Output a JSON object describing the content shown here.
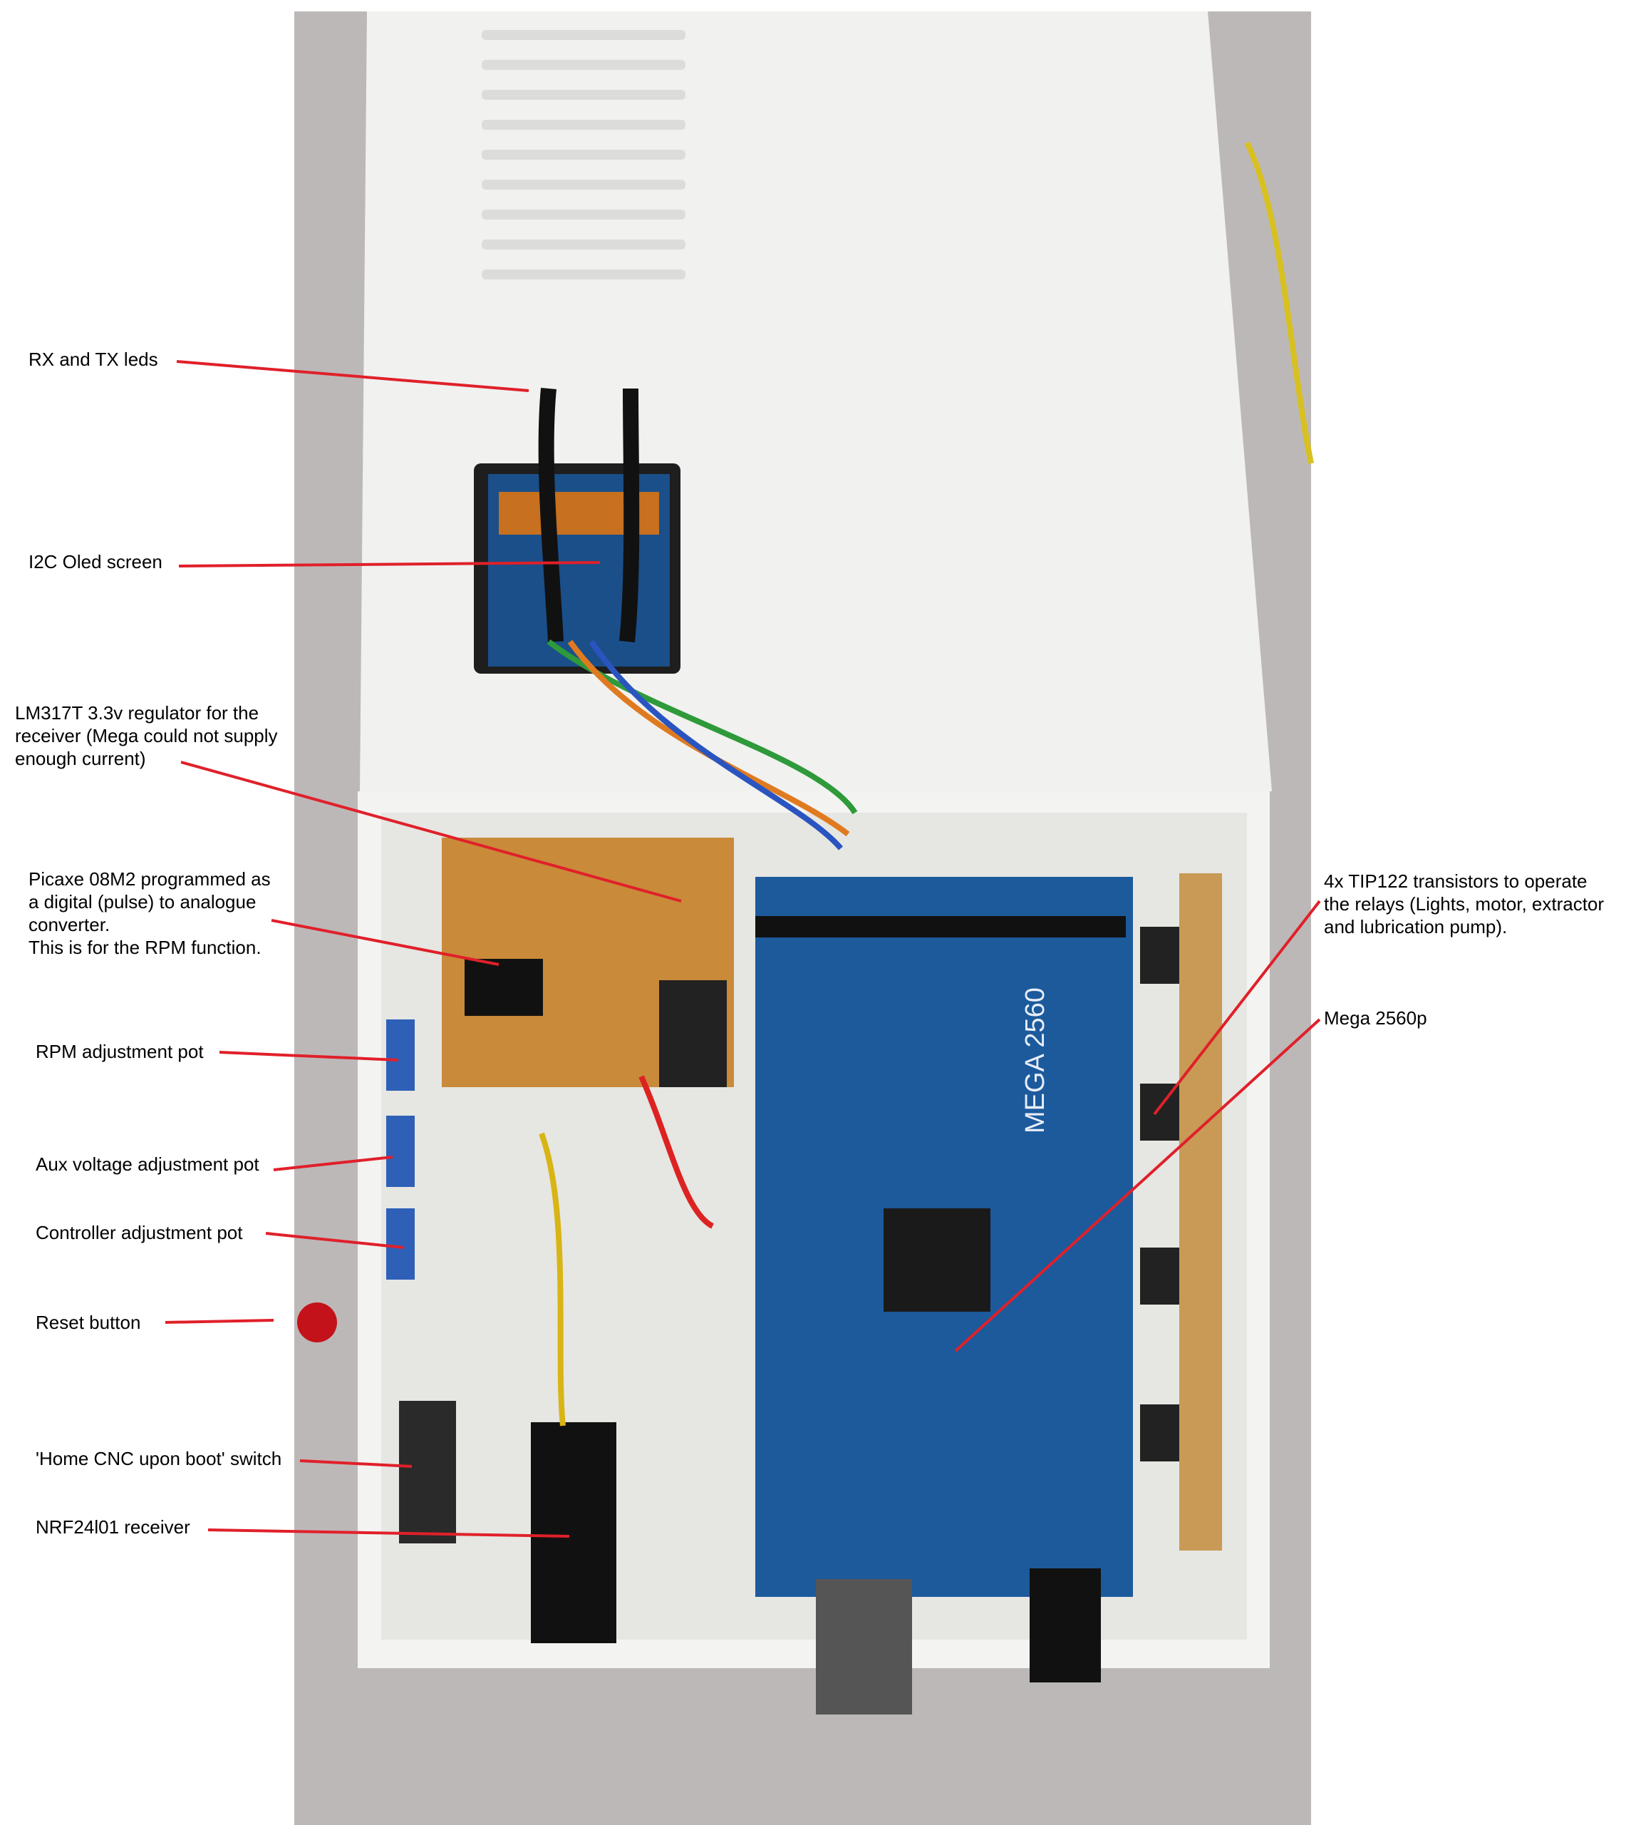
{
  "title": "Annotated CNC controller enclosure",
  "labels": {
    "rx_tx": "RX and TX leds",
    "oled": "I2C Oled screen",
    "lm317": "LM317T 3.3v regulator for the\nreceiver (Mega could not supply\nenough current)",
    "picaxe": "Picaxe 08M2 programmed as\na digital (pulse) to analogue\nconverter.\nThis is for the RPM function.",
    "rpm_pot": "RPM adjustment pot",
    "aux_pot": "Aux voltage adjustment pot",
    "controller_pot": "Controller adjustment pot",
    "reset": "Reset button",
    "home_switch": "'Home CNC upon boot' switch",
    "nrf": "NRF24l01 receiver",
    "tip122": "4x TIP122 transistors to operate\nthe relays (Lights, motor, extractor\nand lubrication pump).",
    "mega": "Mega 2560p"
  },
  "photo_text": {
    "board_name": "MEGA 2560"
  },
  "colors": {
    "leader": "#e0202a",
    "board": "#1c5a9c",
    "case": "#f2f2f0",
    "backdrop": "#b8b4b4"
  }
}
